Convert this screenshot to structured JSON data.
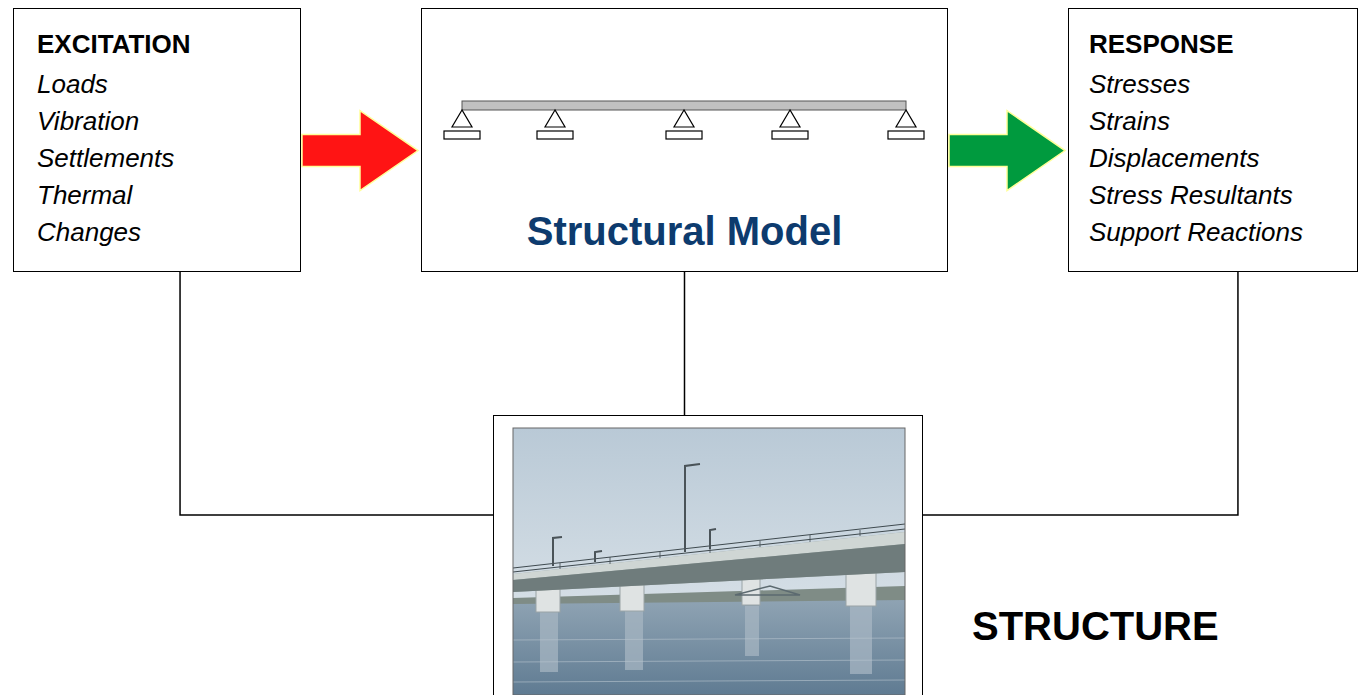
{
  "diagram": {
    "nodes": [
      {
        "text": [
          "EXCITATION",
          "Loads",
          "Vibration",
          "Settlements",
          "Thermal Changes"
        ]
      },
      {
        "text": [
          "Structural Model"
        ]
      },
      {
        "text": [
          "RESPONSE",
          "Stresses",
          "Strains",
          "Displacements",
          "Stress Resultants",
          "Support Reactions"
        ]
      },
      {
        "text": [
          "STRUCTURE"
        ]
      }
    ],
    "edges": [
      {
        "from": 0,
        "to": 1,
        "arrow": "to"
      },
      {
        "from": 1,
        "to": 2,
        "arrow": "to"
      },
      {
        "from": 0,
        "to": 3,
        "arrow": "none"
      },
      {
        "from": 1,
        "to": 3,
        "arrow": "none"
      },
      {
        "from": 2,
        "to": 3,
        "arrow": "none"
      }
    ]
  }
}
